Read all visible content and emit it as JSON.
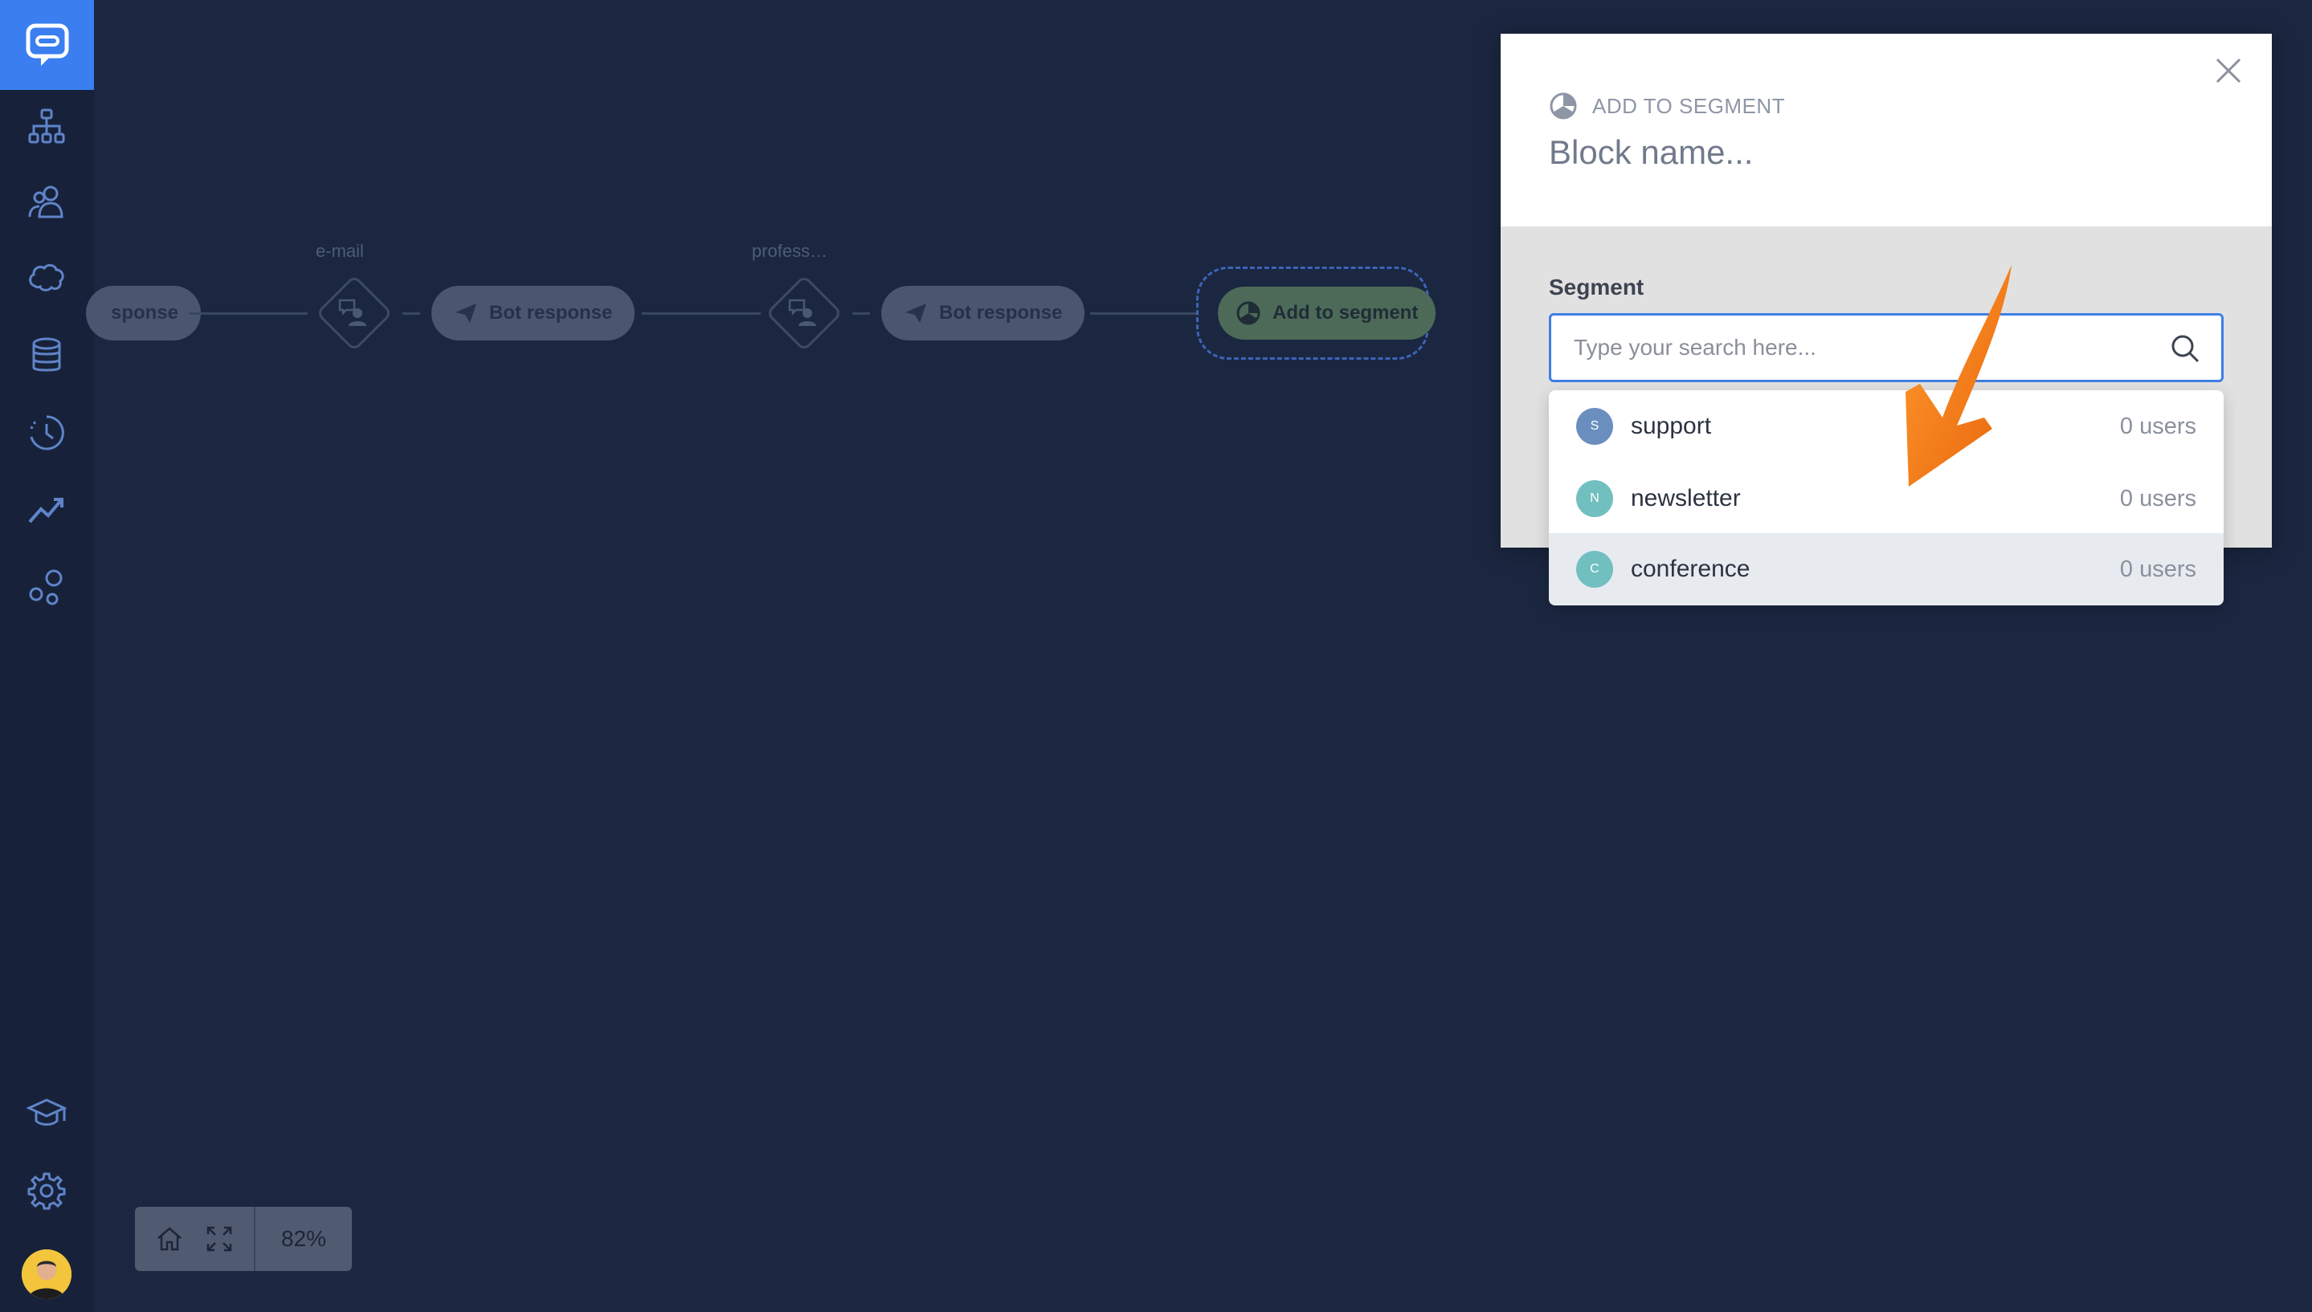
{
  "zoom": {
    "value": "82%"
  },
  "flow": {
    "partial_node_label": "sponse",
    "nodes": [
      {
        "label": "e-mail",
        "button": "Bot response"
      },
      {
        "label": "profess…",
        "button": "Bot response"
      }
    ],
    "segment_node_label": "Add to segment"
  },
  "panel": {
    "kind": "ADD TO SEGMENT",
    "block_name_placeholder": "Block name...",
    "segment_label": "Segment",
    "search_placeholder": "Type your search here...",
    "segments": [
      {
        "initial": "S",
        "name": "support",
        "count": "0 users",
        "color": "#6a8fbf"
      },
      {
        "initial": "N",
        "name": "newsletter",
        "count": "0 users",
        "color": "#72bfc0"
      },
      {
        "initial": "C",
        "name": "conference",
        "count": "0 users",
        "color": "#72bfc0"
      }
    ]
  },
  "colors": {
    "accent": "#3a7ef0",
    "canvas": "#1b2740",
    "annotation_arrow": "#f07a1a"
  },
  "icons": {
    "sidebar": [
      "chat-logo-icon",
      "flow-icon",
      "users-icon",
      "brain-icon",
      "database-icon",
      "history-icon",
      "analytics-icon",
      "integrations-icon",
      "academy-icon",
      "settings-icon"
    ]
  }
}
